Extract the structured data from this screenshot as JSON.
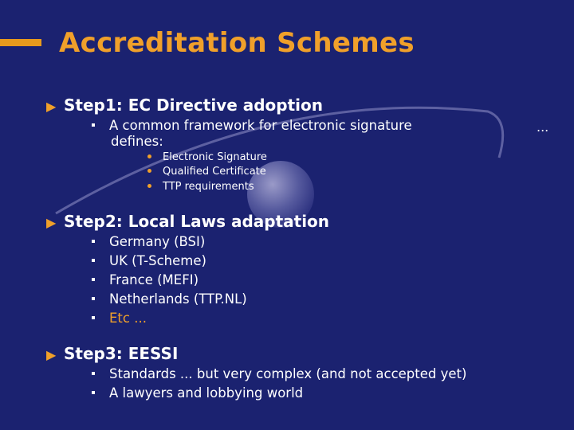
{
  "title": "Accreditation Schemes",
  "ellipsis": "...",
  "steps": [
    {
      "label": "Step1: EC Directive adoption",
      "bullets": [
        {
          "line1": "A common framework for electronic signature",
          "line2": "defines:"
        }
      ],
      "sub_bullets": [
        "Electronic Signature",
        "Qualified Certificate",
        "TTP requirements"
      ]
    },
    {
      "label": "Step2: Local Laws adaptation",
      "bullets": [
        "Germany (BSI)",
        "UK (T-Scheme)",
        "France (MEFI)",
        "Netherlands (TTP.NL)",
        "Etc ..."
      ]
    },
    {
      "label": "Step3: EESSI",
      "bullets": [
        "Standards ... but very complex (and not accepted yet)",
        "A lawyers and lobbying world"
      ]
    }
  ],
  "colors": {
    "background": "#1b2270",
    "accent": "#f0a02a",
    "text": "#ffffff"
  }
}
